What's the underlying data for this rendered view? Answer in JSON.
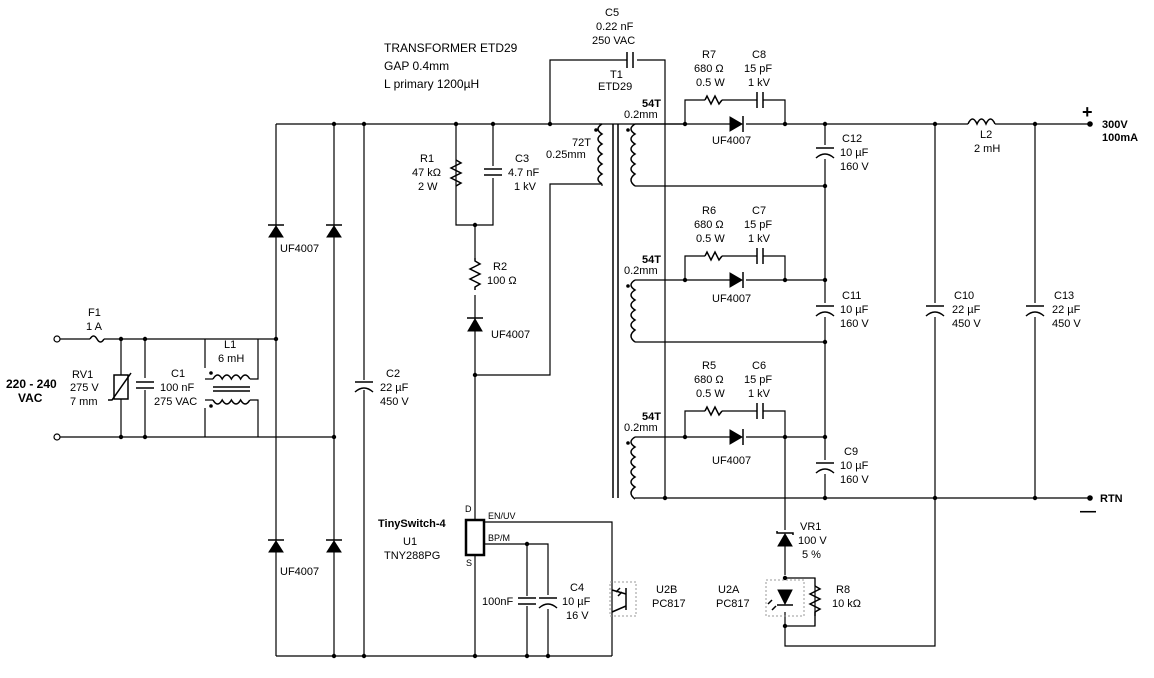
{
  "transformer_note": {
    "line1": "TRANSFORMER ETD29",
    "line2": "GAP 0.4mm",
    "line3": "L primary 1200µH"
  },
  "input": {
    "voltage": "220 - 240",
    "type": "VAC"
  },
  "F1": {
    "ref": "F1",
    "value": "1 A"
  },
  "RV1": {
    "ref": "RV1",
    "value": "275 V",
    "size": "7 mm"
  },
  "C1": {
    "ref": "C1",
    "value": "100 nF",
    "rating": "275 VAC"
  },
  "L1": {
    "ref": "L1",
    "value": "6 mH"
  },
  "bridge": {
    "top_label": "UF4007",
    "bottom_label": "UF4007"
  },
  "C2": {
    "ref": "C2",
    "value": "22 µF",
    "rating": "450 V"
  },
  "R1": {
    "ref": "R1",
    "value": "47 kΩ",
    "power": "2 W"
  },
  "C3": {
    "ref": "C3",
    "value": "4.7 nF",
    "rating": "1 kV"
  },
  "R2": {
    "ref": "R2",
    "value": "100 Ω"
  },
  "D_clamp": {
    "label": "UF4007"
  },
  "C5": {
    "ref": "C5",
    "value": "0.22 nF",
    "rating": "250 VAC"
  },
  "T1": {
    "ref": "T1",
    "core": "ETD29",
    "primary_turns": "72T",
    "primary_wire": "0.25mm"
  },
  "secondaries": [
    {
      "turns": "54T",
      "wire": "0.2mm",
      "r_ref": "R7",
      "r_val": "680 Ω",
      "r_pwr": "0.5 W",
      "c_ref": "C8",
      "c_val": "15 pF",
      "c_rating": "1 kV",
      "diode": "UF4007",
      "co_ref": "C12",
      "co_val": "10 µF",
      "co_rating": "160 V"
    },
    {
      "turns": "54T",
      "wire": "0.2mm",
      "r_ref": "R6",
      "r_val": "680 Ω",
      "r_pwr": "0.5 W",
      "c_ref": "C7",
      "c_val": "15 pF",
      "c_rating": "1 kV",
      "diode": "UF4007",
      "co_ref": "C11",
      "co_val": "10 µF",
      "co_rating": "160 V"
    },
    {
      "turns": "54T",
      "wire": "0.2mm",
      "r_ref": "R5",
      "r_val": "680 Ω",
      "r_pwr": "0.5 W",
      "c_ref": "C6",
      "c_val": "15 pF",
      "c_rating": "1 kV",
      "diode": "UF4007",
      "co_ref": "C9",
      "co_val": "10 µF",
      "co_rating": "160 V"
    }
  ],
  "C10": {
    "ref": "C10",
    "value": "22 µF",
    "rating": "450 V"
  },
  "L2": {
    "ref": "L2",
    "value": "2 mH"
  },
  "C13": {
    "ref": "C13",
    "value": "22 µF",
    "rating": "450 V"
  },
  "output": {
    "plus_sign": "+",
    "voltage": "300V",
    "current": "100mA",
    "rtn": "RTN",
    "minus_sign": "—"
  },
  "U1": {
    "family": "TinySwitch-4",
    "ref": "U1",
    "part": "TNY288PG",
    "pin_d": "D",
    "pin_s": "S",
    "pin_en": "EN/UV",
    "pin_bp": "BP/M"
  },
  "C_bp": {
    "value": "100nF"
  },
  "C4": {
    "ref": "C4",
    "value": "10 µF",
    "rating": "16 V"
  },
  "U2B": {
    "ref": "U2B",
    "part": "PC817"
  },
  "U2A": {
    "ref": "U2A",
    "part": "PC817"
  },
  "VR1": {
    "ref": "VR1",
    "value": "100 V",
    "tol": "5 %"
  },
  "R8": {
    "ref": "R8",
    "value": "10 kΩ"
  }
}
